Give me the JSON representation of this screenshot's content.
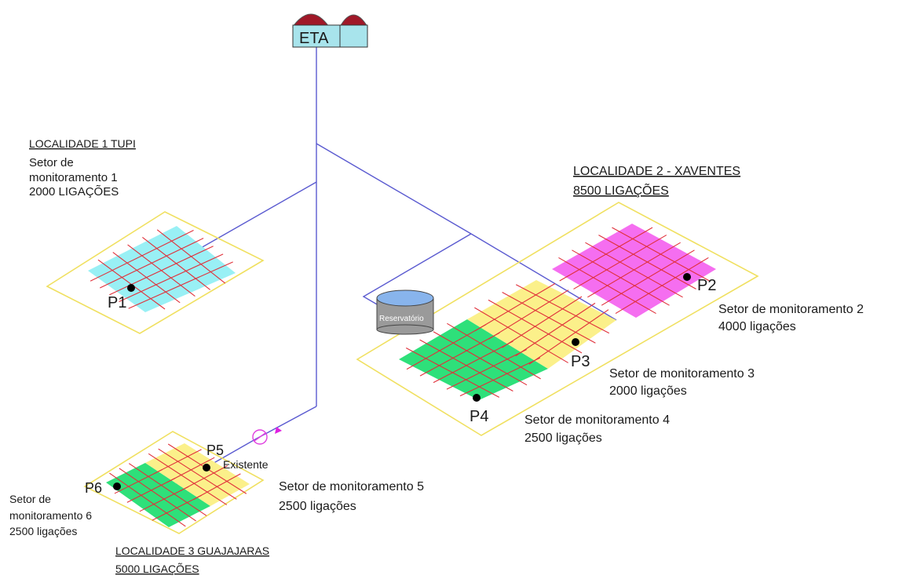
{
  "eta": {
    "label": "ETA"
  },
  "localidade1": {
    "title": "LOCALIDADE 1 TUPI",
    "setor_line1": "Setor de",
    "setor_line2": "monitoramento 1",
    "ligacoes": "2000 LIGAÇÕES",
    "point": "P1"
  },
  "localidade2": {
    "title": "LOCALIDADE 2 - XAVENTES",
    "ligacoes": "8500 LIGAÇÕES",
    "reservatorio": "Reservatório",
    "setor2": {
      "label": "Setor de monitoramento 2",
      "ligacoes": "4000 ligações",
      "point": "P2"
    },
    "setor3": {
      "label": "Setor de monitoramento 3",
      "ligacoes": "2000 ligações",
      "point": "P3"
    },
    "setor4": {
      "label": "Setor de monitoramento 4",
      "ligacoes": "2500 ligações",
      "point": "P4"
    }
  },
  "localidade3": {
    "title": "LOCALIDADE 3 GUAJAJARAS",
    "ligacoes": "5000 LIGAÇÕES",
    "existente": "Existente",
    "setor5": {
      "label": "Setor de monitoramento 5",
      "ligacoes": "2500 ligações",
      "point": "P5"
    },
    "setor6": {
      "line1": "Setor de",
      "line2": "monitoramento 6",
      "ligacoes": "2500 ligações",
      "point": "P6"
    }
  },
  "colors": {
    "pipe": "#5a5ad0",
    "grid_lines": "#e0303a",
    "frame": "#f0e060",
    "setor1": "#99f0f5",
    "setor2": "#f56ef0",
    "setor3": "#fbf08a",
    "setor4": "#2ee07a",
    "setor5": "#fbf08a",
    "setor6": "#2ee07a",
    "eta_roof": "#a01828",
    "eta_wall": "#a8e4ec",
    "reservatorio": "#88b4ec"
  }
}
